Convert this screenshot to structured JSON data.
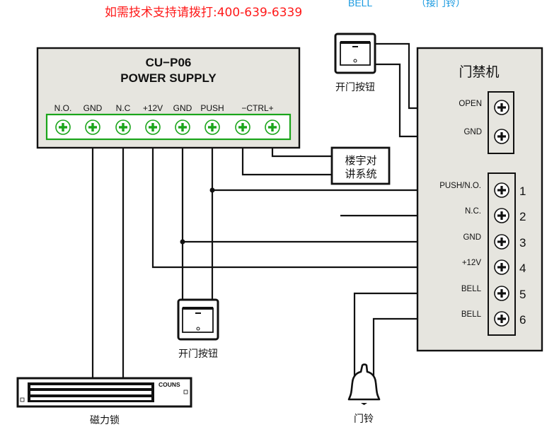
{
  "header": {
    "support_text": "如需技术支持请拨打:400-639-6339",
    "bell_label": "BELL",
    "bell_note": "（接门铃）",
    "support_color": "#ff1a1a",
    "bell_color": "#1a9ae0"
  },
  "power_supply": {
    "model": "CU−P06",
    "name": "POWER SUPPLY",
    "terminals": [
      "N.O.",
      "GND",
      "N.C",
      "+12V",
      "GND",
      "PUSH",
      "−CTRL+"
    ],
    "terminal_color": "#1aa51a"
  },
  "intercom": {
    "line1": "楼宇对",
    "line2": "讲系统"
  },
  "access_controller": {
    "title": "门禁机",
    "top_terminals": [
      "OPEN",
      "GND"
    ],
    "bottom_terminals": [
      {
        "label": "PUSH/N.O.",
        "num": "1"
      },
      {
        "label": "N.C.",
        "num": "2"
      },
      {
        "label": "GND",
        "num": "3"
      },
      {
        "label": "+12V",
        "num": "4"
      },
      {
        "label": "BELL",
        "num": "5"
      },
      {
        "label": "BELL",
        "num": "6"
      }
    ]
  },
  "exit_button_top": {
    "label": "开门按钮"
  },
  "exit_button_bottom": {
    "label": "开门按钮"
  },
  "maglock": {
    "brand": "COUNS",
    "label": "磁力锁"
  },
  "doorbell": {
    "label": "门铃"
  }
}
